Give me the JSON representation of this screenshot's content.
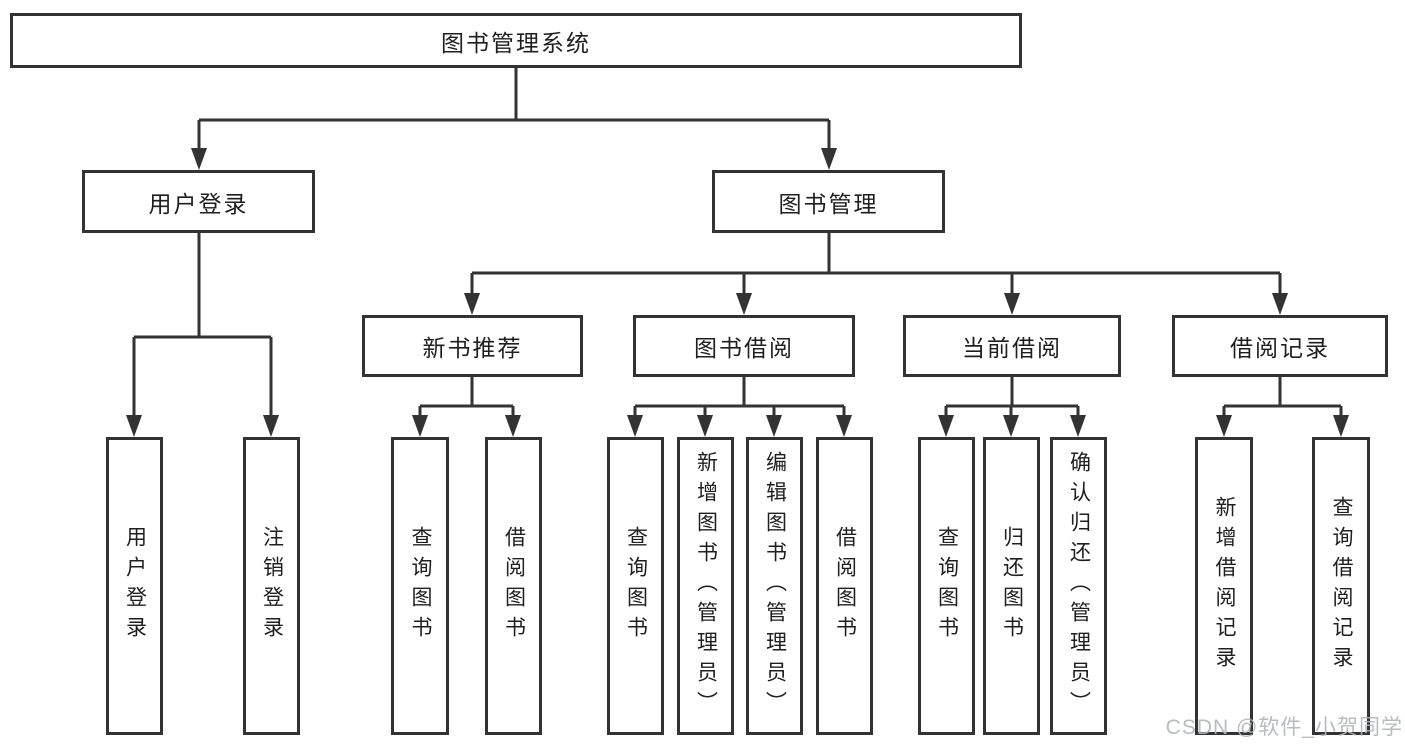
{
  "diagram": {
    "watermark": "CSDN @软件_小贺同学",
    "colors": {
      "line": "#333333",
      "text": "#1f1f1f",
      "background": "#ffffff",
      "watermark": "#b3b6ba"
    },
    "tree": {
      "label": "图书管理系统",
      "children": [
        {
          "label": "用户登录",
          "children": [
            {
              "label": "用户登录"
            },
            {
              "label": "注销登录"
            }
          ]
        },
        {
          "label": "图书管理",
          "children": [
            {
              "label": "新书推荐",
              "children": [
                {
                  "label": "查询图书"
                },
                {
                  "label": "借阅图书"
                }
              ]
            },
            {
              "label": "图书借阅",
              "children": [
                {
                  "label": "查询图书"
                },
                {
                  "label": "新增图书（管理员）"
                },
                {
                  "label": "编辑图书（管理员）"
                },
                {
                  "label": "借阅图书"
                }
              ]
            },
            {
              "label": "当前借阅",
              "children": [
                {
                  "label": "查询图书"
                },
                {
                  "label": "归还图书"
                },
                {
                  "label": "确认归还（管理员）"
                }
              ]
            },
            {
              "label": "借阅记录",
              "children": [
                {
                  "label": "新增借阅记录"
                },
                {
                  "label": "查询借阅记录"
                }
              ]
            }
          ]
        }
      ]
    }
  }
}
